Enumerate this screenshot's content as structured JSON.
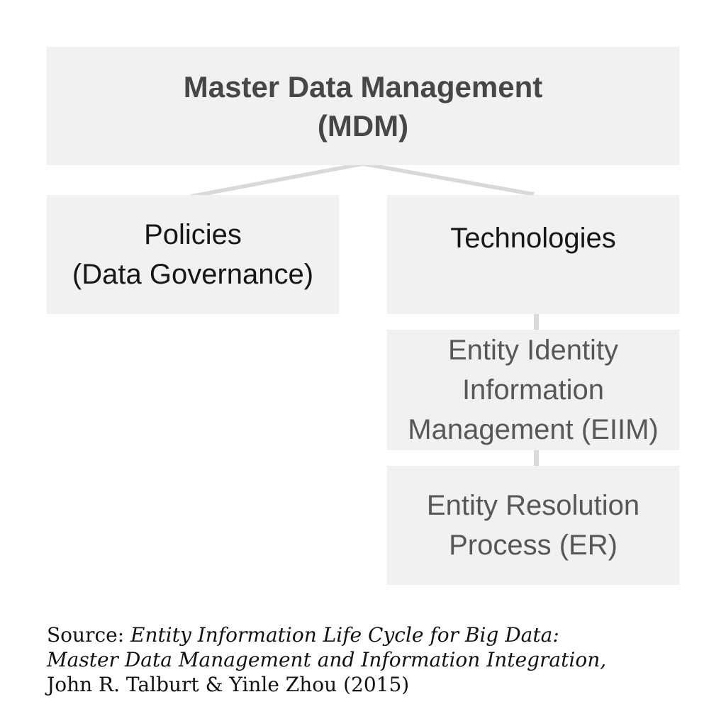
{
  "colors": {
    "box_bg": "#f1f1f1",
    "connector": "#d9d9d9",
    "title_text": "#474747",
    "dark_text": "#161616",
    "gray_text": "#575757",
    "source_text": "#111111"
  },
  "diagram": {
    "root": {
      "lines": [
        "Master Data Management",
        "(MDM)"
      ]
    },
    "policies": {
      "lines": [
        "Policies",
        "(Data Governance)"
      ]
    },
    "technologies": {
      "lines": [
        "Technologies"
      ]
    },
    "eiim": {
      "lines": [
        "Entity Identity",
        "Information",
        "Management (EIIM)"
      ]
    },
    "er": {
      "lines": [
        "Entity Resolution",
        "Process (ER)"
      ]
    }
  },
  "source": {
    "prefix": "Source: ",
    "work_title_line1": "Entity Information Life Cycle for Big Data:",
    "work_title_line2": "Master Data Management and Information Integration,",
    "authors_line": "John R. Talburt & Yinle Zhou (2015)"
  }
}
